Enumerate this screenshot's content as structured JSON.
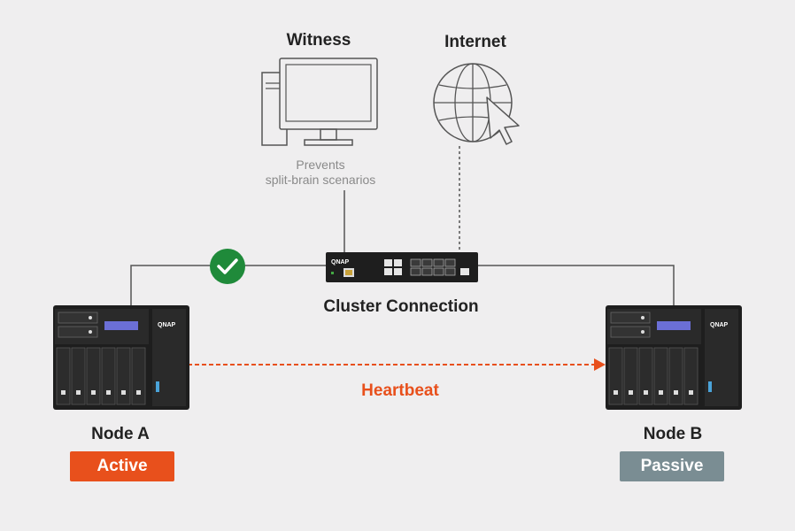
{
  "witness": {
    "title": "Witness",
    "caption_line1": "Prevents",
    "caption_line2": "split-brain scenarios"
  },
  "internet": {
    "title": "Internet"
  },
  "switch": {
    "label": "Cluster Connection",
    "brand": "QNAP"
  },
  "heartbeat": {
    "label": "Heartbeat"
  },
  "node_a": {
    "title": "Node A",
    "status": "Active",
    "brand": "QNAP"
  },
  "node_b": {
    "title": "Node B",
    "status": "Passive",
    "brand": "QNAP"
  },
  "colors": {
    "active": "#e8501c",
    "passive": "#7a8d93",
    "heartbeat": "#e8501c",
    "check": "#1f8a3a",
    "line": "#555555",
    "device": "#1e1e1e"
  },
  "icons": [
    "monitor-icon",
    "globe-cursor-icon",
    "check-icon",
    "network-switch-icon",
    "nas-device-icon"
  ]
}
